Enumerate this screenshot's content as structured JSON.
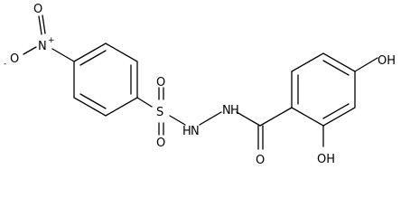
{
  "molecule": {
    "atoms": {
      "o_minus": "O",
      "o_minus_charge": "-",
      "nitro_n": "N",
      "nitro_n_charge": "+",
      "nitro_o_top": "O",
      "sulfur": "S",
      "sulfonyl_o_top": "O",
      "sulfonyl_o_bottom": "O",
      "nh_sulfonamide": "N",
      "nh_sulfonamide_h": "H",
      "nh_amide": "N",
      "nh_amide_h": "H",
      "carbonyl_o": "O",
      "oh_top": "OH",
      "oh_bottom": "OH"
    }
  }
}
